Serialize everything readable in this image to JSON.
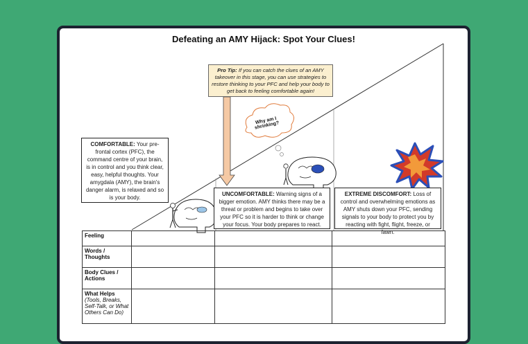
{
  "title": "Defeating an AMY Hijack: Spot Your Clues!",
  "pro_tip": {
    "label": "Pro Tip:",
    "text": "If you can catch the clues of an AMY takeover in this stage, you can use strategies to restore thinking to your PFC and help your body to get back to feeling comfortable again!"
  },
  "thought_bubble": "Why am I shrinking?",
  "stages": [
    {
      "label": "COMFORTABLE:",
      "text": "Your pre-frontal cortex (PFC), the command centre of your brain, is in control and you think clear, easy, helpful thoughts. Your amygdala (AMY), the brain's danger alarm, is relaxed and so is your body."
    },
    {
      "label": "UNCOMFORTABLE:",
      "text": "Warning signs of a bigger emotion. AMY thinks there may be a threat or problem and begins to take over your PFC so it is harder to think or change your focus. Your body prepares to react."
    },
    {
      "label": "EXTREME DISCOMFORT:",
      "text": "Loss of control and overwhelming emotions as AMY shuts down your PFC, sending signals to your body to protect you by reacting with fight, flight, freeze, or fawn."
    }
  ],
  "rows": [
    {
      "label": "Feeling",
      "sub": ""
    },
    {
      "label": "Words / Thoughts",
      "sub": ""
    },
    {
      "label": "Body Clues / Actions",
      "sub": ""
    },
    {
      "label": "What Helps",
      "sub": "(Tools, Breaks, Self-Talk, or What Others Can Do)"
    }
  ],
  "colors": {
    "background": "#3fa874",
    "tip_fill": "#fbefcf",
    "arrow_fill": "#f5c9a4",
    "burst_red": "#d23a2a",
    "burst_blue": "#2b4fb8"
  }
}
